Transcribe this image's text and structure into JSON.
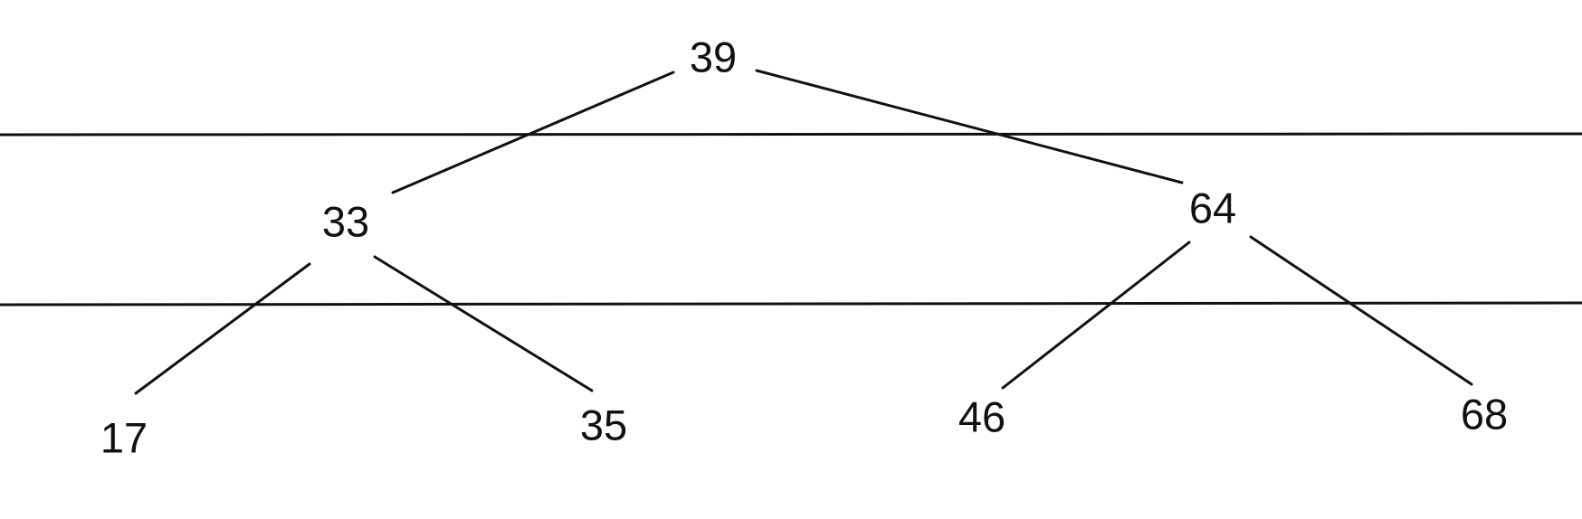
{
  "tree": {
    "nodes": [
      {
        "id": "n39",
        "label": "39"
      },
      {
        "id": "n33",
        "label": "33"
      },
      {
        "id": "n64",
        "label": "64"
      },
      {
        "id": "n17",
        "label": "17"
      },
      {
        "id": "n35",
        "label": "35"
      },
      {
        "id": "n46",
        "label": "46"
      },
      {
        "id": "n68",
        "label": "68"
      }
    ],
    "edges": [
      {
        "from": "n39",
        "to": "n33"
      },
      {
        "from": "n39",
        "to": "n64"
      },
      {
        "from": "n33",
        "to": "n17"
      },
      {
        "from": "n33",
        "to": "n35"
      },
      {
        "from": "n64",
        "to": "n46"
      },
      {
        "from": "n64",
        "to": "n68"
      }
    ],
    "level_separator_count": 2
  }
}
